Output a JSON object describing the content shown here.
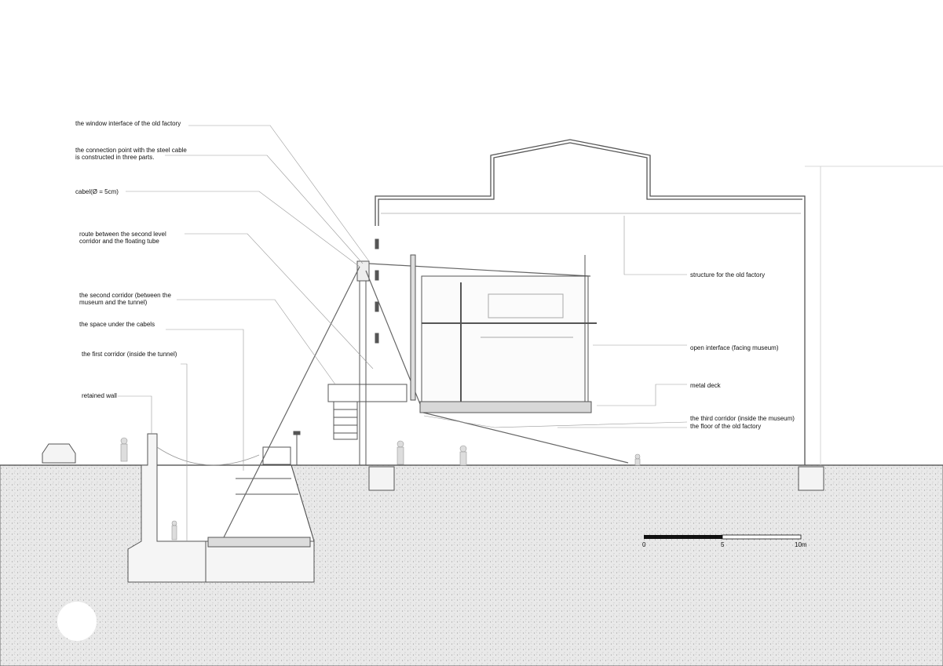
{
  "annotations_left": [
    {
      "id": "window-interface",
      "lines": [
        "the window interface of the old factory"
      ]
    },
    {
      "id": "connection-point",
      "lines": [
        "the connection point with the steel cable",
        "is constructed in three parts."
      ]
    },
    {
      "id": "cable",
      "lines": [
        "cabel(Ø = 5cm)"
      ]
    },
    {
      "id": "route",
      "lines": [
        "route between the second level",
        "corridor and the floating tube"
      ]
    },
    {
      "id": "second-corridor",
      "lines": [
        "the second corridor (between the",
        "museum and the tunnel)"
      ]
    },
    {
      "id": "space-under-cables",
      "lines": [
        "the space under the cabels"
      ]
    },
    {
      "id": "first-corridor",
      "lines": [
        "the first corridor (inside the tunnel)"
      ]
    },
    {
      "id": "retained-wall",
      "lines": [
        "retained wall"
      ]
    }
  ],
  "annotations_right": [
    {
      "id": "structure-old-factory",
      "lines": [
        "structure for the old factory"
      ]
    },
    {
      "id": "open-interface",
      "lines": [
        "open interface (facing museum)"
      ]
    },
    {
      "id": "metal-deck",
      "lines": [
        "metal deck"
      ]
    },
    {
      "id": "third-corridor",
      "lines": [
        "the third corridor (inside the museum)",
        "the floor of the old factory"
      ]
    }
  ],
  "scale_bar": {
    "labels": [
      "0",
      "5",
      "10m"
    ]
  },
  "colors": {
    "line": "#555555",
    "ground": "#e6e6e6",
    "ink": "#111111"
  }
}
